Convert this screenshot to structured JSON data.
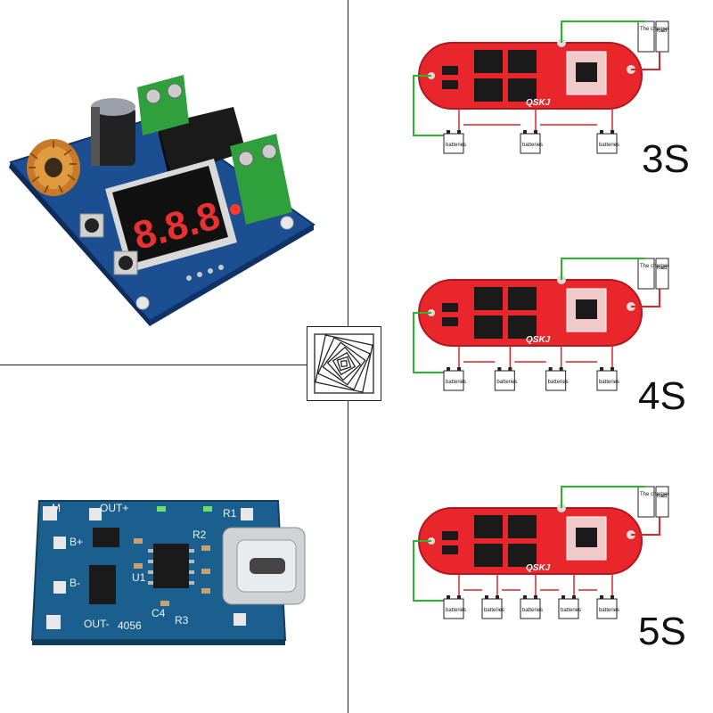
{
  "modules": {
    "voltmeter_relay": {
      "display_digits": "8.8.8"
    },
    "charger_typec": {
      "silk": {
        "out_plus": "OUT+",
        "out_minus": "OUT-",
        "b_plus": "B+",
        "b_minus": "B-",
        "part": "4056",
        "r1": "R1",
        "r2": "R2",
        "r3": "R3",
        "c4": "C4",
        "u1": "U1",
        "m": "M"
      }
    }
  },
  "bms_panels": [
    {
      "cell_label": "3S",
      "cells": 3,
      "brand": "QSKJ",
      "charger_label": "The charger",
      "load_label": "load",
      "battery_label": "batteries"
    },
    {
      "cell_label": "4S",
      "cells": 4,
      "brand": "QSKJ",
      "charger_label": "The charger",
      "load_label": "load",
      "battery_label": "batteries"
    },
    {
      "cell_label": "5S",
      "cells": 5,
      "brand": "QSKJ",
      "charger_label": "The charger",
      "load_label": "load",
      "battery_label": "batteries"
    }
  ],
  "colors": {
    "bms_board": "#e8262c",
    "charger_board": "#1b5f8f",
    "relay_board": "#1b4f92",
    "wire_green": "#27b82a",
    "wire_red": "#d8262a",
    "terminal_green": "#2fa03c",
    "display_red": "#e83232"
  }
}
